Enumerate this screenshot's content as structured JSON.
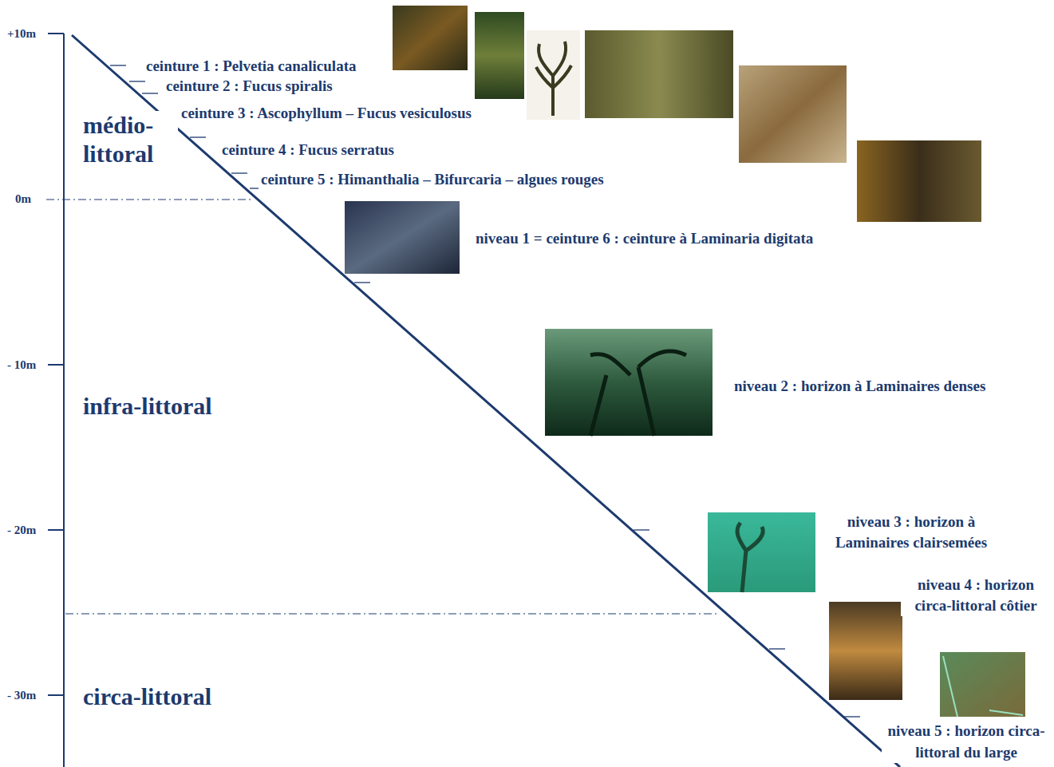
{
  "diagram": {
    "labels": [
      "+10m",
      "ceinture 1 : Pelvetia canaliculata",
      "ceinture 2 : Fucus spiralis",
      "médio- littoral",
      "ceinture 3 : Ascophyllum – Fucus vesiculosus",
      "ceinture 4 : Fucus serratus",
      "ceinture 5 : Himanthalia – Bifurcaria – algues rouges",
      "0m",
      "niveau 1 = ceinture 6 : ceinture à Laminaria digitata",
      "- 10m",
      "infra-littoral",
      "niveau 2 : horizon à Laminaires denses",
      "- 20m",
      "niveau 3 : horizon à Laminaires clairsemées",
      "niveau 4 : horizon circa-littoral côtier",
      "- 30m",
      "circa-littoral",
      "niveau 5 : horizon circa-littoral du large"
    ]
  }
}
